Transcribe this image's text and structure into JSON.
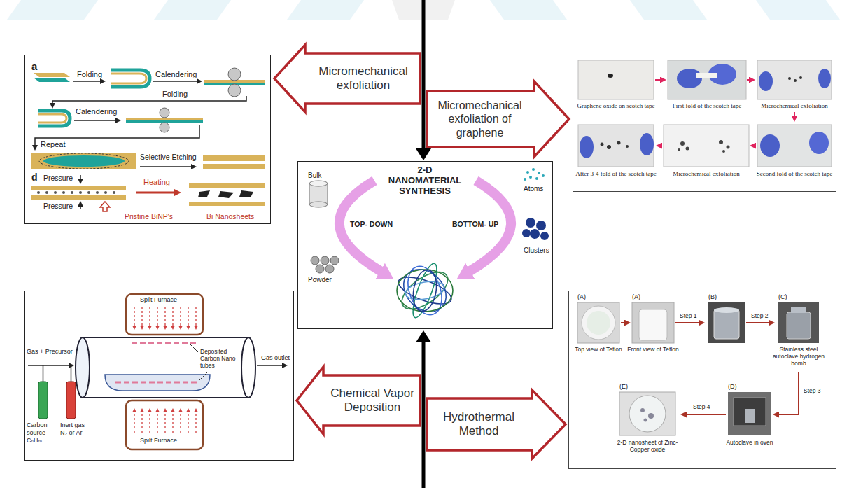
{
  "diagram": {
    "nodes": [
      {
        "text": [
          "a",
          "Folding",
          "Calendering",
          "Folding",
          "Calendering",
          "Repeat",
          "Selective Etching",
          "d",
          "Pressure",
          "Heating",
          "Pressure",
          "Pristine BiNP's",
          "Bi Nanosheets"
        ]
      },
      {
        "text": [
          "Micromechanical exfoliation"
        ]
      },
      {
        "text": [
          "Micromechanical exfoliation of graphene"
        ]
      },
      {
        "text": [
          "Graphene oxide on scotch tape",
          "First fold of the scotch tape",
          "Microchemical exfoliation",
          "After 3-4 fold of the scotch tape",
          "Microchemical exfoliation",
          "Second fold of the scotch tape"
        ]
      },
      {
        "text": [
          "2-D NANOMATERIAL SYNTHESIS",
          "Bulk",
          "Atoms",
          "TOP- DOWN",
          "BOTTOM- UP",
          "Powder",
          "Clusters"
        ]
      },
      {
        "text": [
          "Chemical Vapor Deposition"
        ]
      },
      {
        "text": [
          "Hydrothermal Method"
        ]
      },
      {
        "text": [
          "Spilt Furnace",
          "Gas + Precursor",
          "Gas outlet",
          "Deposited Carbon Nano tubes",
          "Carbon source CₙHₘ",
          "Inert gas N₂ or Ar",
          "Spilt Furnace"
        ]
      },
      {
        "text": [
          "(A)",
          "(A)",
          "(B)",
          "(C)",
          "Top view of Teflon",
          "Front view of Teflon",
          "Step 1",
          "Step 2",
          "Stainless steel autoclave hydrogen bomb",
          "Step 3",
          "(E)",
          "(D)",
          "Step 4",
          "2-D nanosheet of Zinc-Copper oxide",
          "Autoclave in oven"
        ]
      }
    ]
  }
}
